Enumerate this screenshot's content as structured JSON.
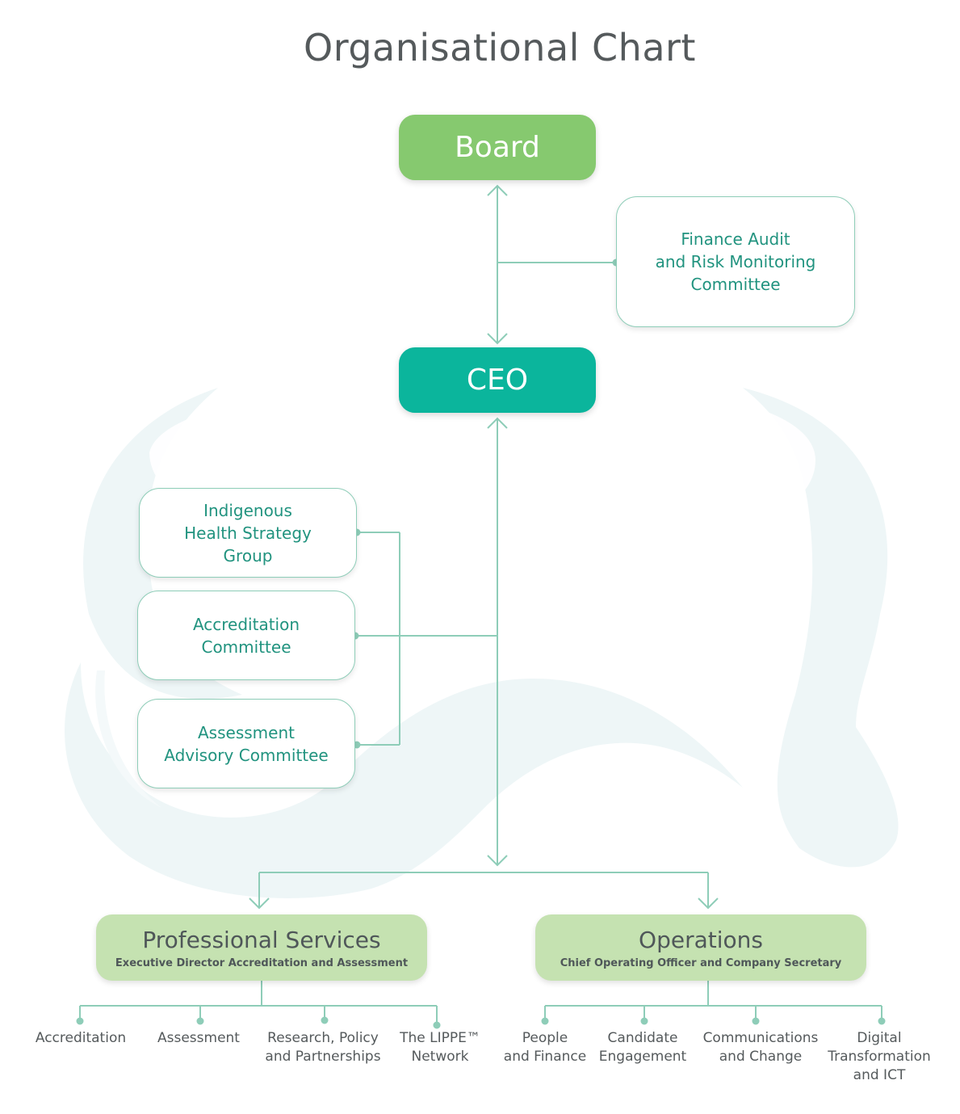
{
  "title": "Organisational Chart",
  "colors": {
    "board": "#86c96f",
    "ceo": "#0bb59c",
    "division": "#c5e2b1",
    "connector": "#8ecdb8",
    "committee_text": "#21937f",
    "unit_text": "#555a5c",
    "background_swirl": "#eef6f7"
  },
  "board": {
    "label": "Board"
  },
  "ceo": {
    "label": "CEO"
  },
  "committees": {
    "finance": "Finance Audit\nand Risk Monitoring\nCommittee",
    "indigenous": "Indigenous\nHealth Strategy\nGroup",
    "accreditation": "Accreditation\nCommittee",
    "assessment_advisory": "Assessment\nAdvisory Committee"
  },
  "divisions": {
    "professional_services": {
      "name": "Professional Services",
      "lead": "Executive Director Accreditation and Assessment",
      "units": [
        "Accreditation",
        "Assessment",
        "Research, Policy\nand Partnerships",
        "The LIPPE™\nNetwork"
      ]
    },
    "operations": {
      "name": "Operations",
      "lead": "Chief Operating Officer and Company Secretary",
      "units": [
        "People\nand Finance",
        "Candidate\nEngagement",
        "Communications\nand Change",
        "Digital\nTransformation\nand ICT"
      ]
    }
  }
}
